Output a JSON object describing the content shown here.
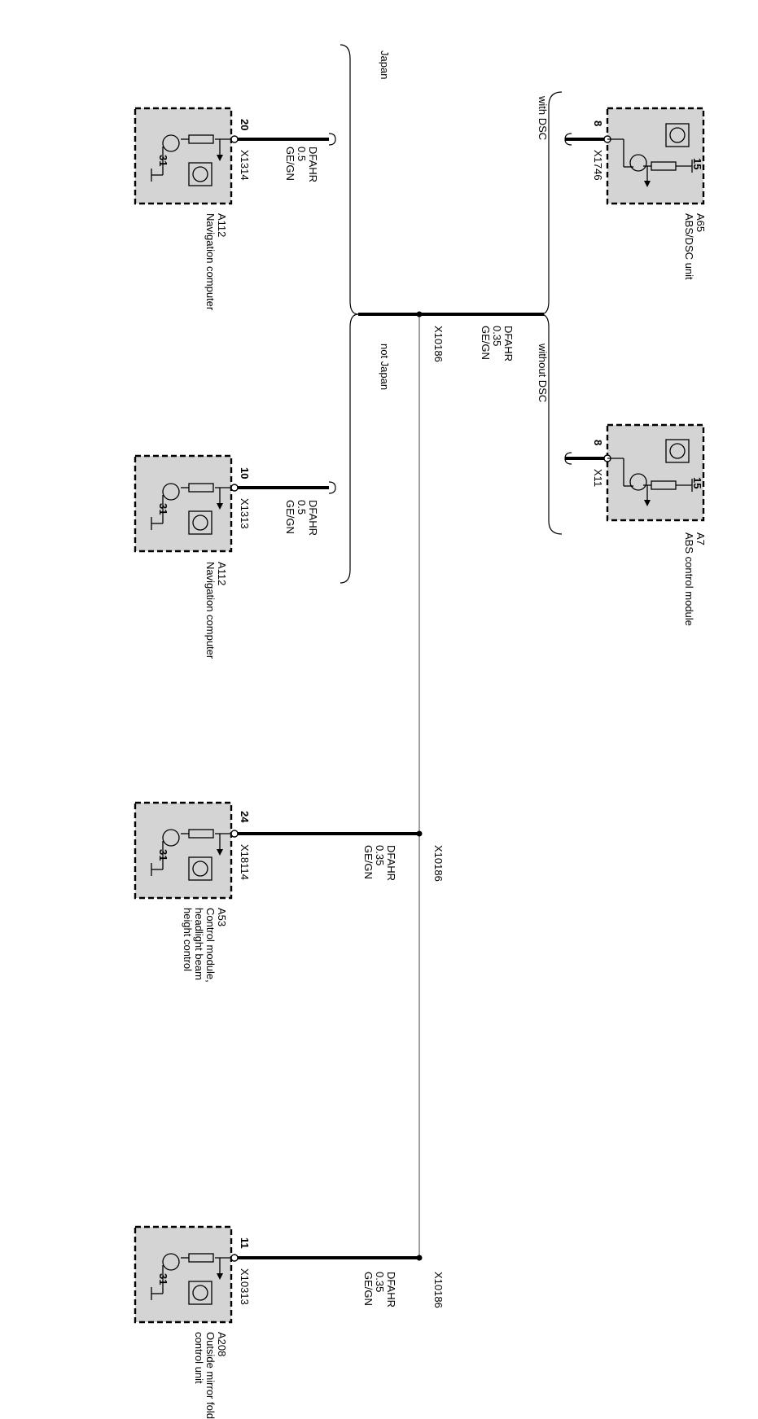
{
  "diagram": {
    "wire_label": {
      "signal": "DFAHR",
      "color": "GE/GN",
      "size_small": "0.35",
      "size_large": "0.5"
    },
    "splice": "X10186",
    "variants": {
      "with_dsc": "with DSC",
      "without_dsc": "without DSC",
      "japan": "Japan",
      "not_japan": "not Japan"
    },
    "modules": {
      "a65": {
        "id": "A65",
        "name": "ABS/DSC unit",
        "connector": "X1746",
        "pin": "8",
        "ground_pin": "15"
      },
      "a7": {
        "id": "A7",
        "name": "ABS control module",
        "connector": "X11",
        "pin": "8",
        "ground_pin": "15"
      },
      "a112_japan": {
        "id": "A112",
        "name": "Navigation computer",
        "connector": "X1314",
        "pin": "20",
        "ground_pin": "31"
      },
      "a112_not_japan": {
        "id": "A112",
        "name": "Navigation computer",
        "connector": "X1313",
        "pin": "10",
        "ground_pin": "31"
      },
      "a53": {
        "id": "A53",
        "name_line1": "Control module,",
        "name_line2": "headlight beam",
        "name_line3": "height control",
        "connector": "X18114",
        "pin": "24",
        "ground_pin": "31"
      },
      "a208": {
        "id": "A208",
        "name_line1": "Outside mirror fold-in",
        "name_line2": "control unit",
        "connector": "X10313",
        "pin": "11",
        "ground_pin": "31"
      }
    }
  }
}
